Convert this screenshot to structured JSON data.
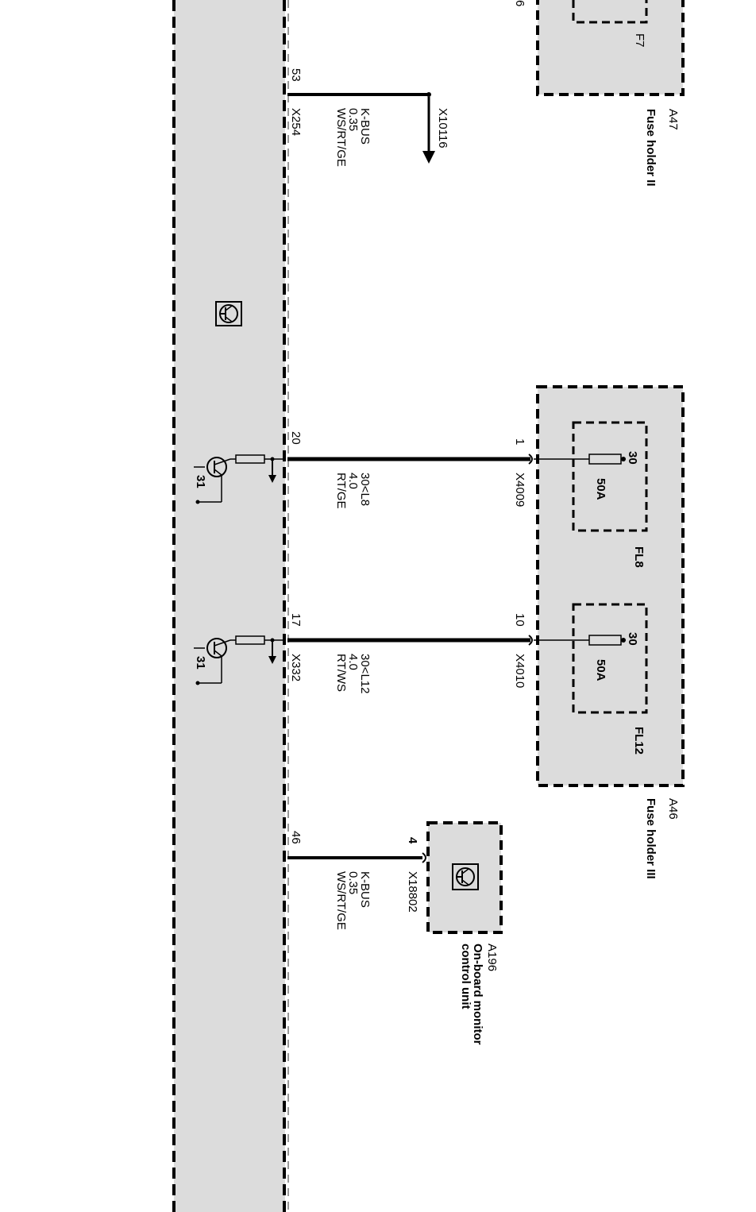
{
  "diagram": {
    "main_module": {
      "symbol": "control-unit-symbol",
      "pins": [
        {
          "pin": "53",
          "connector": "X254",
          "signal": "K-BUS",
          "gauge": "0.35",
          "color": "WS/RT/GE"
        },
        {
          "pin": "20",
          "connector": "",
          "signal": "30<L8",
          "gauge": "4.0",
          "color": "RT/GE",
          "ground": "31"
        },
        {
          "pin": "17",
          "connector": "X332",
          "signal": "30<L12",
          "gauge": "4.0",
          "color": "RT/WS",
          "ground": "31"
        },
        {
          "pin": "46",
          "connector": "",
          "signal": "K-BUS",
          "gauge": "0.35",
          "color": "WS/RT/GE"
        }
      ]
    },
    "top_partial_label": "6",
    "k_bus_branch": {
      "connector": "X10116"
    },
    "fuse_holder_ii": {
      "id": "A47",
      "name": "Fuse holder II",
      "fuse": "F7"
    },
    "fuse_holder_iii": {
      "id": "A46",
      "name": "Fuse holder III",
      "fuses": [
        {
          "id": "FL8",
          "terminal": "30",
          "rating": "50A",
          "pin": "1",
          "connector": "X4009"
        },
        {
          "id": "FL12",
          "terminal": "30",
          "rating": "50A",
          "pin": "10",
          "connector": "X4010"
        }
      ]
    },
    "onboard_monitor": {
      "id": "A196",
      "name_line1": "On-board monitor",
      "name_line2": "control unit",
      "pin": "4",
      "connector": "X18802"
    },
    "colors": {
      "module_fill": "#dcdcdc",
      "line": "#000000",
      "background": "#ffffff"
    }
  }
}
